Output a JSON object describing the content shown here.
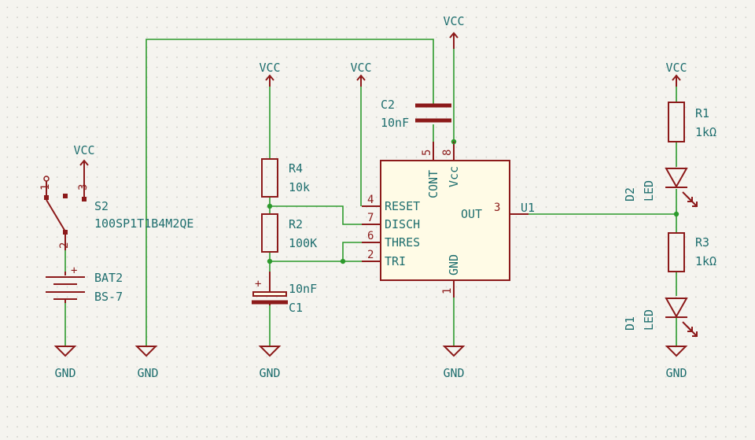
{
  "power": {
    "vcc": "VCC",
    "gnd": "GND"
  },
  "components": {
    "S2": {
      "ref": "S2",
      "value": "100SP1T1B4M2QE",
      "pins": [
        "1",
        "3",
        "2"
      ]
    },
    "BAT2": {
      "ref": "BAT2",
      "value": "BS-7",
      "plus": "+"
    },
    "R4": {
      "ref": "R4",
      "value": "10k"
    },
    "R2": {
      "ref": "R2",
      "value": "100K"
    },
    "C1": {
      "ref": "C1",
      "value": "10nF",
      "plus": "+"
    },
    "C2": {
      "ref": "C2",
      "value": "10nF"
    },
    "U1": {
      "ref": "U1",
      "pins": {
        "reset": {
          "num": "4",
          "name": "RESET"
        },
        "disch": {
          "num": "7",
          "name": "DISCH"
        },
        "thres": {
          "num": "6",
          "name": "THRES"
        },
        "tri": {
          "num": "2",
          "name": "TRI"
        },
        "cont": {
          "num": "5",
          "name": "CONT"
        },
        "vcc": {
          "num": "8",
          "name": "Vcc"
        },
        "gnd": {
          "num": "1",
          "name": "GND"
        },
        "out": {
          "num": "3",
          "name": "OUT"
        }
      }
    },
    "R1": {
      "ref": "R1",
      "value": "1kΩ"
    },
    "R3": {
      "ref": "R3",
      "value": "1kΩ"
    },
    "D2": {
      "ref": "D2",
      "value": "LED"
    },
    "D1": {
      "ref": "D1",
      "value": "LED"
    }
  },
  "colors": {
    "wire": "#2c9a2c",
    "symbol": "#8c1a1a",
    "text": "#1e6e6e",
    "background": "#f5f4ef"
  }
}
